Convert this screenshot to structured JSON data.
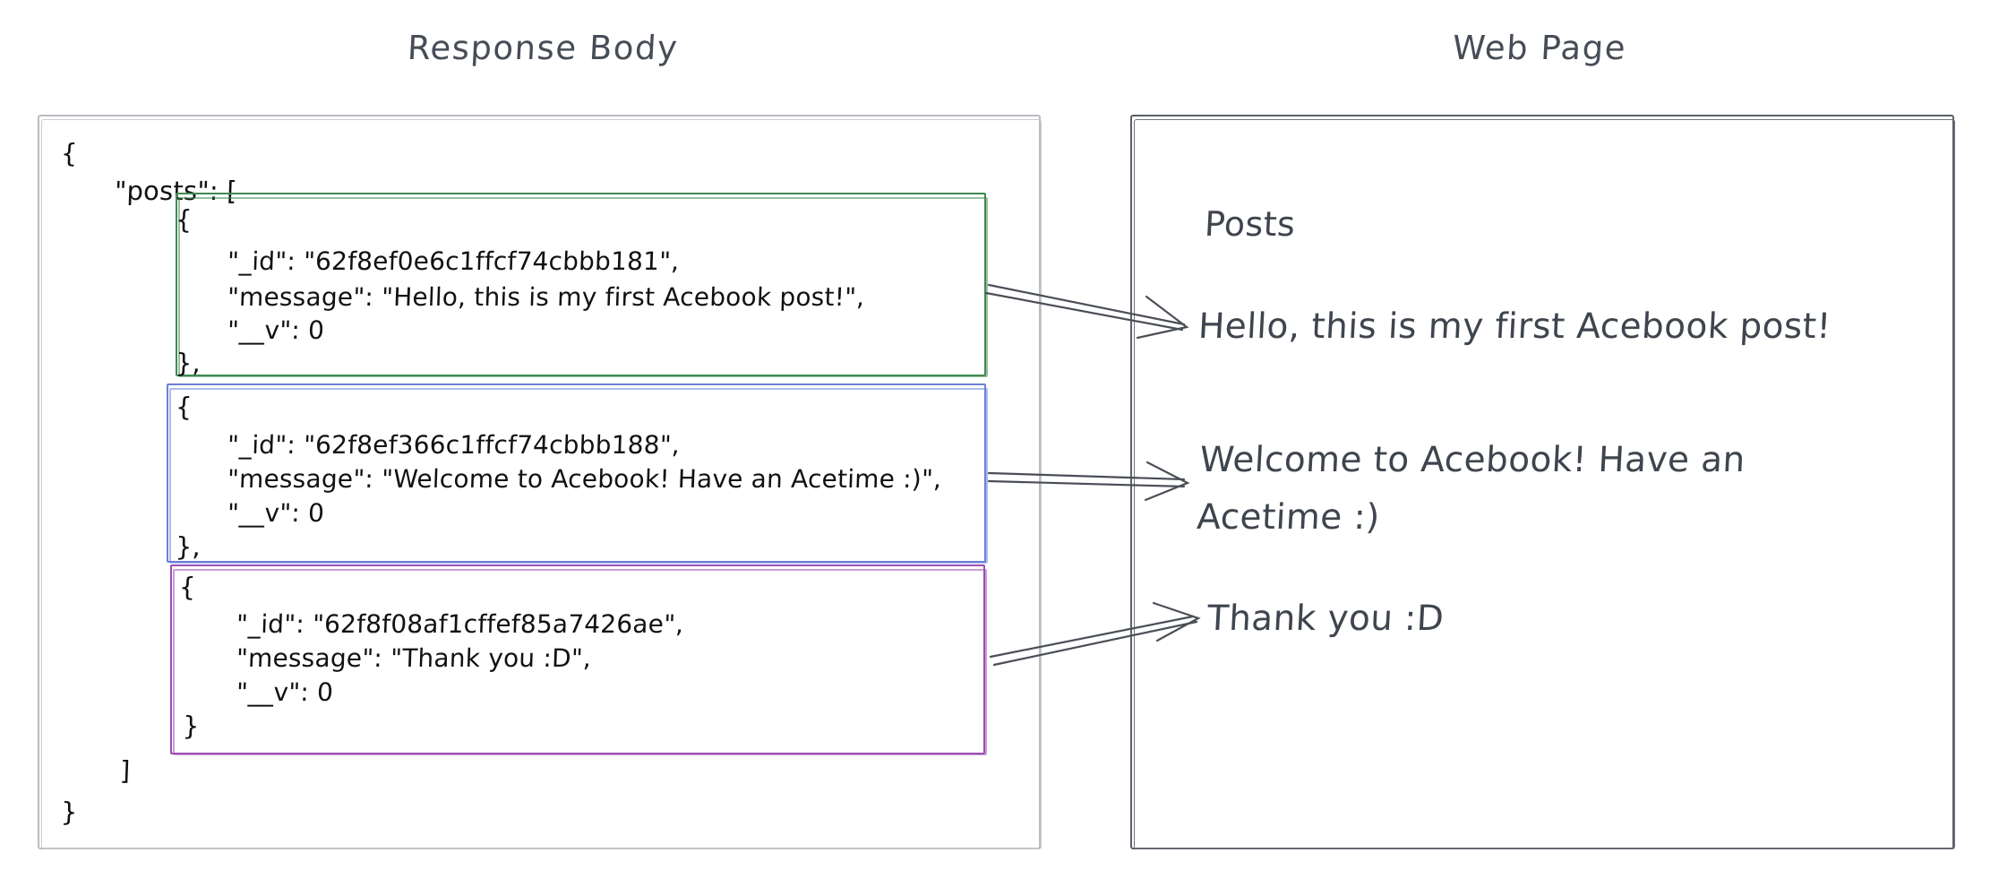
{
  "panels": {
    "response": {
      "title": "Response Body",
      "json": {
        "open_brace": "{",
        "posts_key": "\"posts\": [",
        "close_bracket": "]",
        "close_brace": "}",
        "posts": [
          {
            "open": "{",
            "id_line": "\"_id\": \"62f8ef0e6c1ffcf74cbbb181\",",
            "message_line": "\"message\": \"Hello, this is my first Acebook post!\",",
            "version_line": "\"__v\": 0",
            "close": "},",
            "border_color": "#3f8a52"
          },
          {
            "open": "{",
            "id_line": "\"_id\": \"62f8ef366c1ffcf74cbbb188\",",
            "message_line": "\"message\": \"Welcome to Acebook! Have an Acetime :)\",",
            "version_line": "\"__v\": 0",
            "close": "},",
            "border_color": "#6c7fd8"
          },
          {
            "open": "{",
            "id_line": "\"_id\": \"62f8f08af1cffef85a7426ae\",",
            "message_line": "\"message\": \"Thank you :D\",",
            "version_line": "\"__v\": 0",
            "close": "}",
            "border_color": "#9b4fb5"
          }
        ]
      }
    },
    "webpage": {
      "title": "Web Page",
      "heading": "Posts",
      "posts": [
        "Hello, this is my first Acebook post!",
        "Welcome to Acebook! Have an\nAcetime :)",
        "Thank you :D"
      ]
    }
  },
  "colors": {
    "text_dark": "#3f454e",
    "code_black": "#111111",
    "outer_border_light": "#b9bcc2",
    "outer_border_dark": "#5a5f68",
    "arrow": "#4a4f57",
    "green": "#3f8a52",
    "blue": "#6c7fd8",
    "purple": "#9b4fb5"
  }
}
